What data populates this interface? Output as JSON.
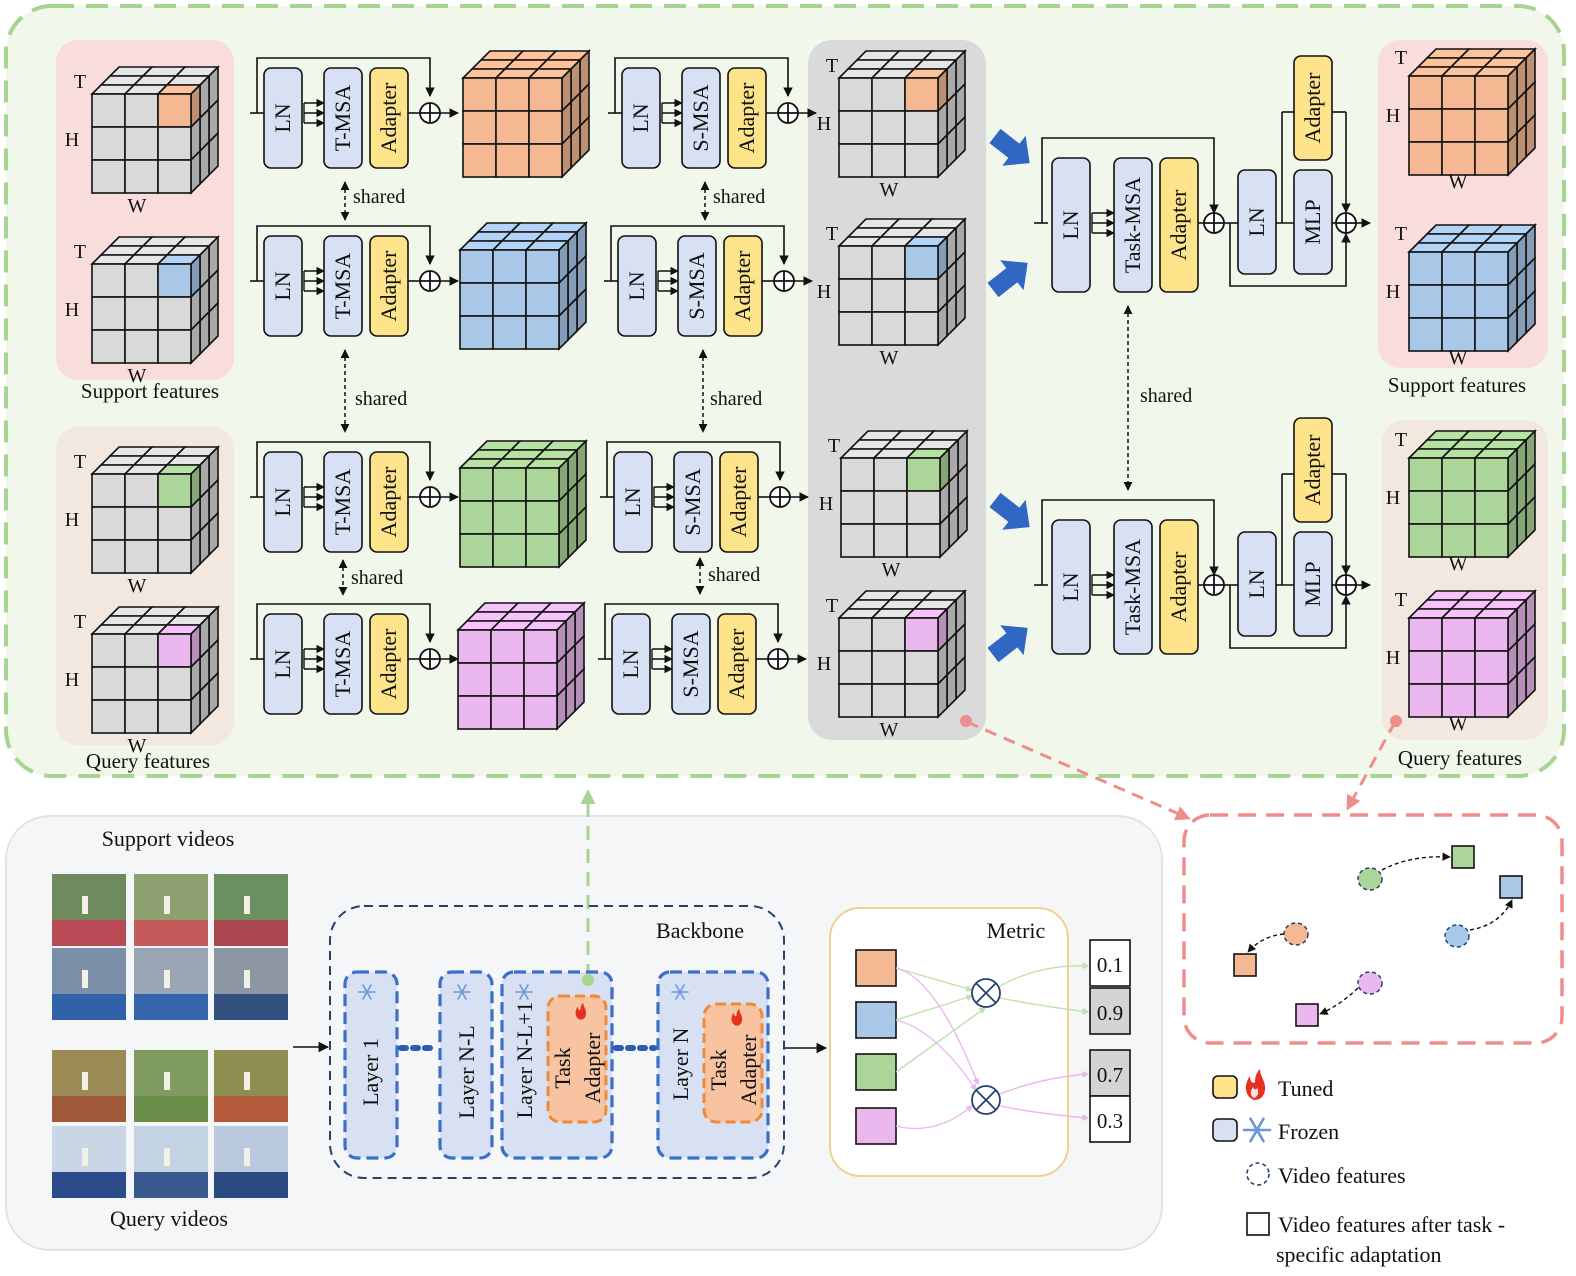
{
  "labels": {
    "support_features": "Support features",
    "query_features": "Query features",
    "support_videos": "Support videos",
    "query_videos": "Query videos",
    "shared": "shared",
    "backbone": "Backbone",
    "metric": "Metric",
    "axis_t": "T",
    "axis_h": "H",
    "axis_w": "W"
  },
  "blocks": {
    "ln": "LN",
    "t_msa": "T-MSA",
    "s_msa": "S-MSA",
    "task_msa": "Task-MSA",
    "adapter": "Adapter",
    "mlp": "MLP",
    "layer_1": "Layer 1",
    "layer_nl": "Layer N-L",
    "layer_nl1": "Layer N-L+1",
    "layer_n": "Layer N",
    "task": "Task",
    "adapter_small": "Adapter"
  },
  "metric_scores": [
    "0.1",
    "0.9",
    "0.7",
    "0.3"
  ],
  "legend": {
    "tuned": "Tuned",
    "frozen": "Frozen",
    "video_features": "Video features",
    "after_line1": "Video features after task -",
    "after_line2": "specific adaptation"
  },
  "colors": {
    "support": "#f4b892",
    "support_b": "#a9c8e8",
    "query_g": "#acd59a",
    "query_p": "#eab8ee",
    "adapter": "#fde38a",
    "block": "#d7e1f3",
    "arrow_blue": "#2f67c2",
    "dash_green": "#a7d493",
    "dash_red": "#ef8d8d",
    "green_score": "#2fa52f"
  },
  "icons": [
    "snowflake-icon",
    "flame-icon",
    "otimes-icon",
    "oplus-icon"
  ]
}
